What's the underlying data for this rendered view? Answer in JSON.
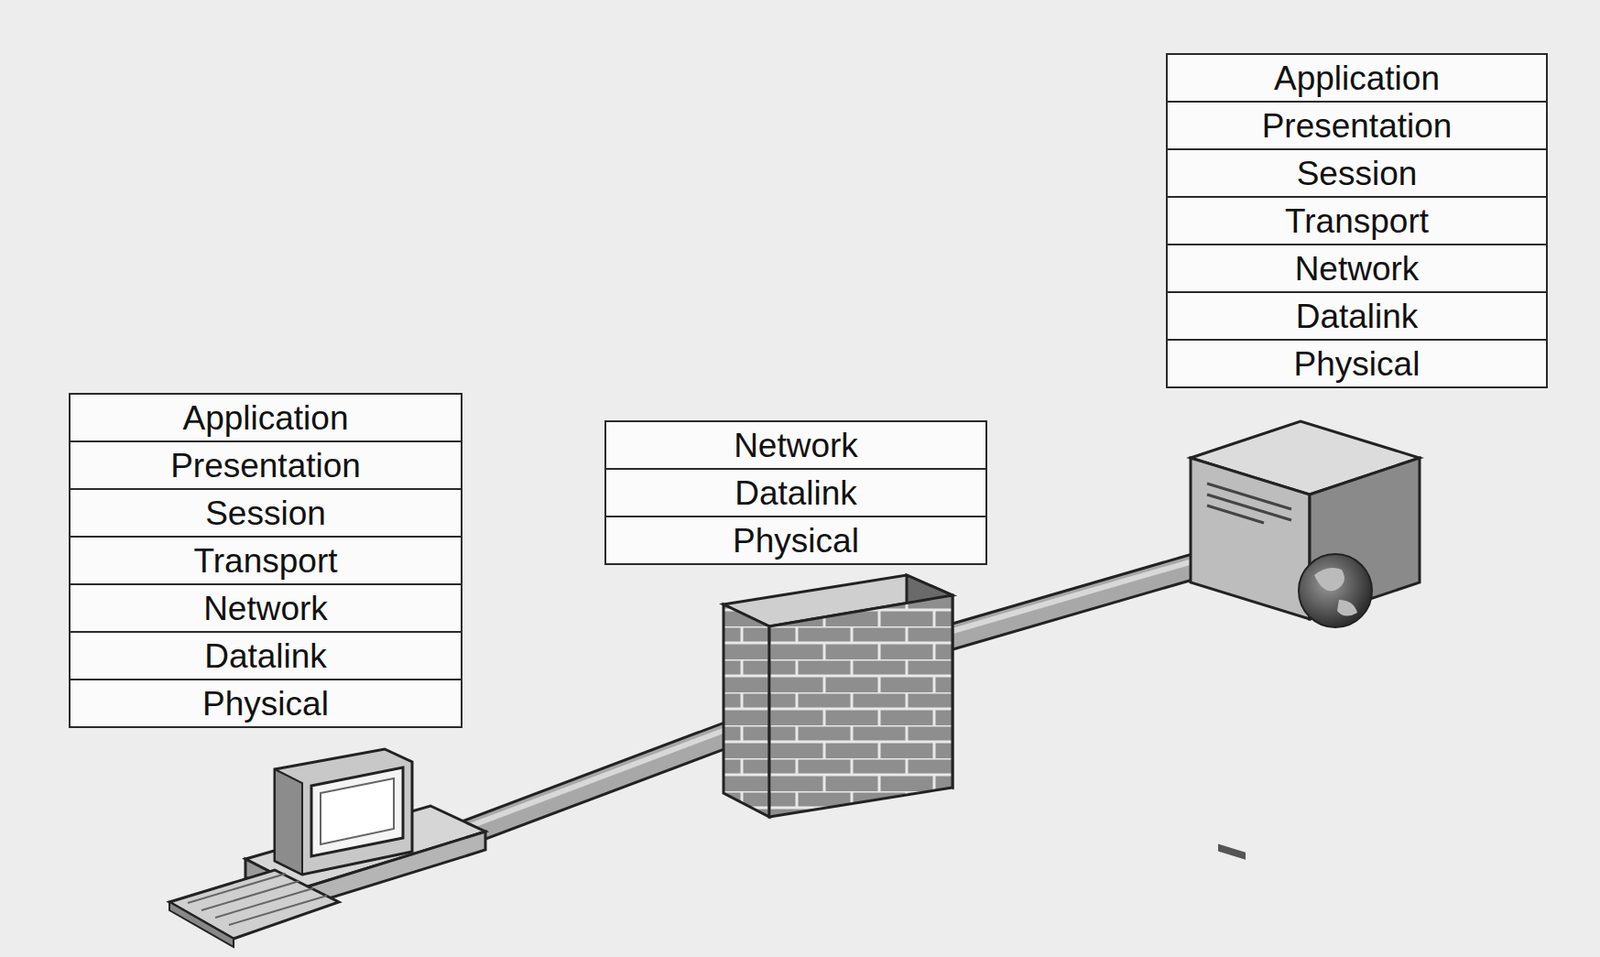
{
  "diagram": {
    "nodes": [
      {
        "text": [
          "Application"
        ]
      },
      {
        "text": [
          "Presentation"
        ]
      },
      {
        "text": [
          "Session"
        ]
      },
      {
        "text": [
          "Transport"
        ]
      },
      {
        "text": [
          "Network"
        ]
      },
      {
        "text": [
          "Datalink"
        ]
      },
      {
        "text": [
          "Physical"
        ]
      },
      {
        "text": [
          "Network"
        ]
      },
      {
        "text": [
          "Datalink"
        ]
      },
      {
        "text": [
          "Physical"
        ]
      },
      {
        "text": [
          "Application"
        ]
      },
      {
        "text": [
          "Presentation"
        ]
      },
      {
        "text": [
          "Session"
        ]
      },
      {
        "text": [
          "Transport"
        ]
      },
      {
        "text": [
          "Network"
        ]
      },
      {
        "text": [
          "Datalink"
        ]
      },
      {
        "text": [
          "Physical"
        ]
      }
    ]
  }
}
